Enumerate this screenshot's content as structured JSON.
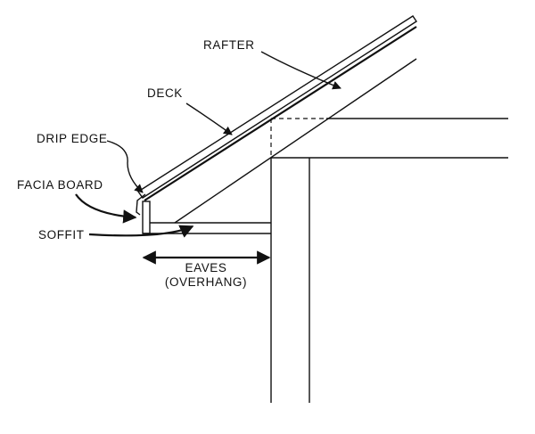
{
  "labels": {
    "rafter": "RAFTER",
    "deck": "DECK",
    "drip_edge": "DRIP EDGE",
    "facia_board": "FACIA BOARD",
    "soffit": "SOFFIT",
    "eaves_line1": "EAVES",
    "eaves_line2": "(OVERHANG)"
  },
  "colors": {
    "ink": "#111111",
    "background": "#ffffff"
  }
}
